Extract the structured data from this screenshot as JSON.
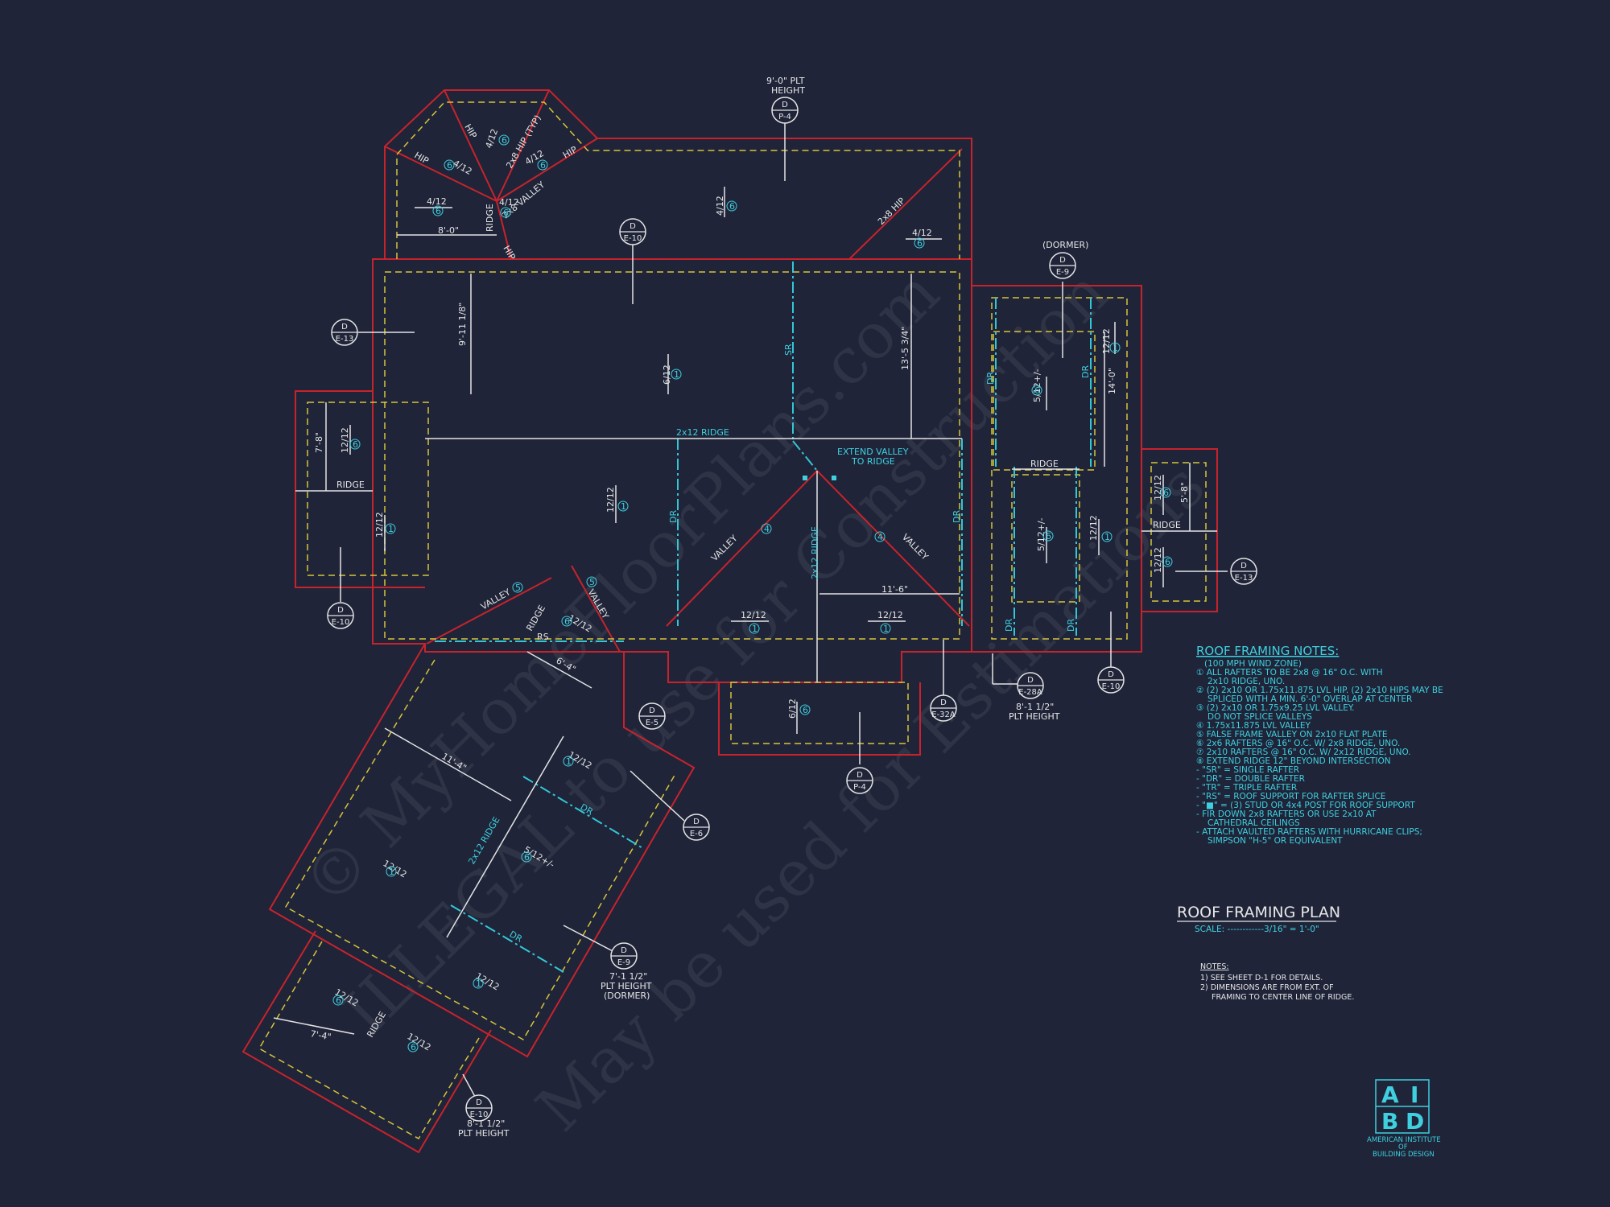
{
  "plan_title": "ROOF FRAMING PLAN",
  "plan_scale": "SCALE: ------------3/16\" = 1'-0\"",
  "framing_notes": {
    "title": "ROOF FRAMING NOTES:",
    "items": [
      "(100 MPH WIND ZONE)",
      "① ALL RAFTERS TO BE 2x8 @ 16\" O.C. WITH",
      "2x10 RIDGE, UNO.",
      "② (2) 2x10 OR 1.75x11.875 LVL HIP. (2) 2x10 HIPS MAY BE",
      "SPLICED WITH A MIN. 6'-0\" OVERLAP AT CENTER",
      "③ (2) 2x10 OR 1.75x9.25 LVL VALLEY.",
      "DO NOT SPLICE VALLEYS",
      "④ 1.75x11.875 LVL VALLEY",
      "⑤ FALSE FRAME VALLEY ON 2x10 FLAT PLATE",
      "⑥ 2x6 RAFTERS @ 16\" O.C. W/ 2x8 RIDGE, UNO.",
      "⑦ 2x10 RAFTERS @ 16\" O.C. W/ 2x12 RIDGE, UNO.",
      "⑧ EXTEND RIDGE 12\" BEYOND INTERSECTION",
      "- \"SR\" = SINGLE RAFTER",
      "- \"DR\" = DOUBLE RAFTER",
      "- \"TR\" = TRIPLE RAFTER",
      "- \"RS\" = ROOF SUPPORT FOR RAFTER SPLICE",
      "- \"■\" = (3) STUD OR 4x4 POST FOR ROOF SUPPORT",
      "- FIR DOWN 2x8 RAFTERS OR USE 2x10 AT",
      "CATHEDRAL CEILINGS",
      "- ATTACH VAULTED RAFTERS WITH HURRICANE CLIPS;",
      "SIMPSON \"H-5\" OR EQUIVALENT"
    ]
  },
  "general_notes": {
    "title": "NOTES:",
    "items": [
      "1) SEE SHEET D-1 FOR DETAILS.",
      "2) DIMENSIONS ARE FROM EXT. OF",
      "FRAMING TO CENTER LINE OF RIDGE."
    ]
  },
  "logo": {
    "letters": [
      "A",
      "I",
      "B",
      "D"
    ],
    "line1": "AMERICAN INSTITUTE",
    "line2": "OF",
    "line3": "BUILDING DESIGN"
  },
  "watermark": [
    "© MyHomeFloorPlans.com",
    "ILLEGAL to use for Construction",
    "May be used for Estimations"
  ],
  "labels": {
    "plt_height_top": "9'-0\" PLT",
    "plt_height_top2": "HEIGHT",
    "dormer": "(DORMER)",
    "ridge_2x12": "2x12 RIDGE",
    "extend_valley_1": "EXTEND VALLEY",
    "extend_valley_2": "TO RIDGE",
    "ridge": "RIDGE",
    "valley": "VALLEY",
    "hip": "HIP",
    "hip_2x8": "2x8 HIP",
    "hip_typ": "2x8 HIP (TYP)",
    "valley_2x8": "2x8 VALLEY",
    "ridge_2x12_v": "2x12 RIDGE",
    "sr": "SR",
    "dr": "DR",
    "rs": "RS",
    "plt_812": "8'-1 1/2\"",
    "plt_height": "PLT HEIGHT",
    "plt_712": "7'-1 1/2\"",
    "dim_8_0": "8'-0\"",
    "dim_9_11": "9'-11 1/8\"",
    "dim_13_5": "13'-5 3/4\"",
    "dim_11_6": "11'-6\"",
    "dim_14_0": "14'-0\"",
    "dim_7_8": "7'-8\"",
    "dim_5_8": "5'-8\"",
    "dim_6_4": "6'-4\"",
    "dim_11_4": "11'-4\"",
    "dim_7_4": "7'-4\"",
    "p_4_12": "4/12",
    "p_6_12": "6/12",
    "p_12_12": "12/12",
    "p_5_12": "5/12+/-",
    "c1": "1",
    "c4": "4",
    "c5": "5",
    "c6": "6"
  },
  "tags": [
    {
      "top": "D",
      "bottom": "P-4"
    },
    {
      "top": "D",
      "bottom": "E-10"
    },
    {
      "top": "D",
      "bottom": "E-13"
    },
    {
      "top": "D",
      "bottom": "E-9"
    },
    {
      "top": "D",
      "bottom": "E-13"
    },
    {
      "top": "D",
      "bottom": "E-10"
    },
    {
      "top": "D",
      "bottom": "E-28A"
    },
    {
      "top": "D",
      "bottom": "E-10"
    },
    {
      "top": "D",
      "bottom": "E-32A"
    },
    {
      "top": "D",
      "bottom": "P-4"
    },
    {
      "top": "D",
      "bottom": "E-5"
    },
    {
      "top": "D",
      "bottom": "E-6"
    },
    {
      "top": "D",
      "bottom": "E-9"
    },
    {
      "top": "D",
      "bottom": "E-10"
    }
  ],
  "colors": {
    "background": "#1f2438",
    "roof_edge": "#c8232c",
    "wall_line": "#d7c43a",
    "ridge_line": "#33c7d6",
    "dimension": "#e4e4e4",
    "notes_text": "#3fd0df"
  }
}
